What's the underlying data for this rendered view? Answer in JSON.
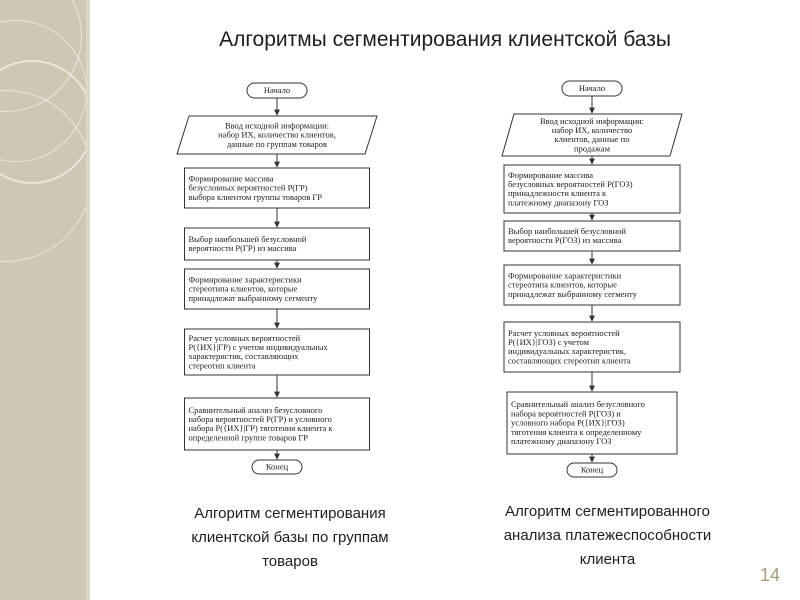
{
  "slide": {
    "title": "Алгоритмы сегментирования клиентской базы",
    "page_number": "14"
  },
  "left_flowchart": {
    "caption": [
      "Алгоритм сегментирования",
      "клиентской базы по группам",
      "товаров"
    ],
    "nodes": [
      {
        "id": "start",
        "type": "terminator",
        "lines": [
          "Начало"
        ]
      },
      {
        "id": "input",
        "type": "io",
        "lines": [
          "Ввод исходной информации:",
          "набор ИХ, количество клиентов,",
          "данные по группам товаров"
        ]
      },
      {
        "id": "p1",
        "type": "process",
        "lines": [
          "Формирование массива",
          "безусловных вероятностей P(ГР)",
          "выбора клиентом группы товаров ГР"
        ]
      },
      {
        "id": "p2",
        "type": "process",
        "lines": [
          "Выбор наибольшей безусловной",
          "вероятности P(ГР) из массива"
        ]
      },
      {
        "id": "p3",
        "type": "process",
        "lines": [
          "Формирование характеристики",
          "стереотипа клиентов, которые",
          "принадлежат выбранному сегменту"
        ]
      },
      {
        "id": "p4",
        "type": "process",
        "lines": [
          "Расчет условных вероятностей",
          "P({ИХ}|ГР) с учетом индивидуальных",
          "характеристик, составляющих",
          "стереотип клиента"
        ]
      },
      {
        "id": "p5",
        "type": "process",
        "lines": [
          "Сравнительный анализ безусловного",
          "набора вероятностей P(ГР) и условного",
          "набора P({ИХ}|ГР) тяготения клиента к",
          "определенной группе товаров ГР"
        ]
      },
      {
        "id": "end",
        "type": "terminator",
        "lines": [
          "Конец"
        ]
      }
    ]
  },
  "right_flowchart": {
    "caption": [
      "Алгоритм сегментированного",
      "анализа платежеспособности",
      "клиента"
    ],
    "nodes": [
      {
        "id": "start",
        "type": "terminator",
        "lines": [
          "Начало"
        ]
      },
      {
        "id": "input",
        "type": "io",
        "lines": [
          "Ввод исходной информации:",
          "набор ИХ, количество",
          "клиентов, данные по",
          "продажам"
        ]
      },
      {
        "id": "p1",
        "type": "process",
        "lines": [
          "Формирование массива",
          "безусловных вероятностей P(ГОЗ)",
          "принадлежности клиента к",
          "платежному диапазону ГОЗ"
        ]
      },
      {
        "id": "p2",
        "type": "process",
        "lines": [
          "Выбор наибольшей безусловной",
          "вероятности P(ГОЗ) из массива"
        ]
      },
      {
        "id": "p3",
        "type": "process",
        "lines": [
          "Формирование характеристики",
          "стереотипа клиентов, которые",
          "принадлежат выбранному сегменту"
        ]
      },
      {
        "id": "p4",
        "type": "process",
        "lines": [
          "Расчет условных вероятностей",
          "P({ИХ}|ГОЗ) с учетом",
          "индивидуальных характеристик,",
          "составляющих стереотип клиента"
        ]
      },
      {
        "id": "p5",
        "type": "process",
        "lines": [
          "Сравнительный анализ безусловного",
          "набора вероятностей P(ГОЗ) и",
          "условного набора P({ИХ}|ГОЗ)",
          "тяготения клиента к определенному",
          "платежному диапазону ГОЗ"
        ]
      },
      {
        "id": "end",
        "type": "terminator",
        "lines": [
          "Конец"
        ]
      }
    ]
  }
}
